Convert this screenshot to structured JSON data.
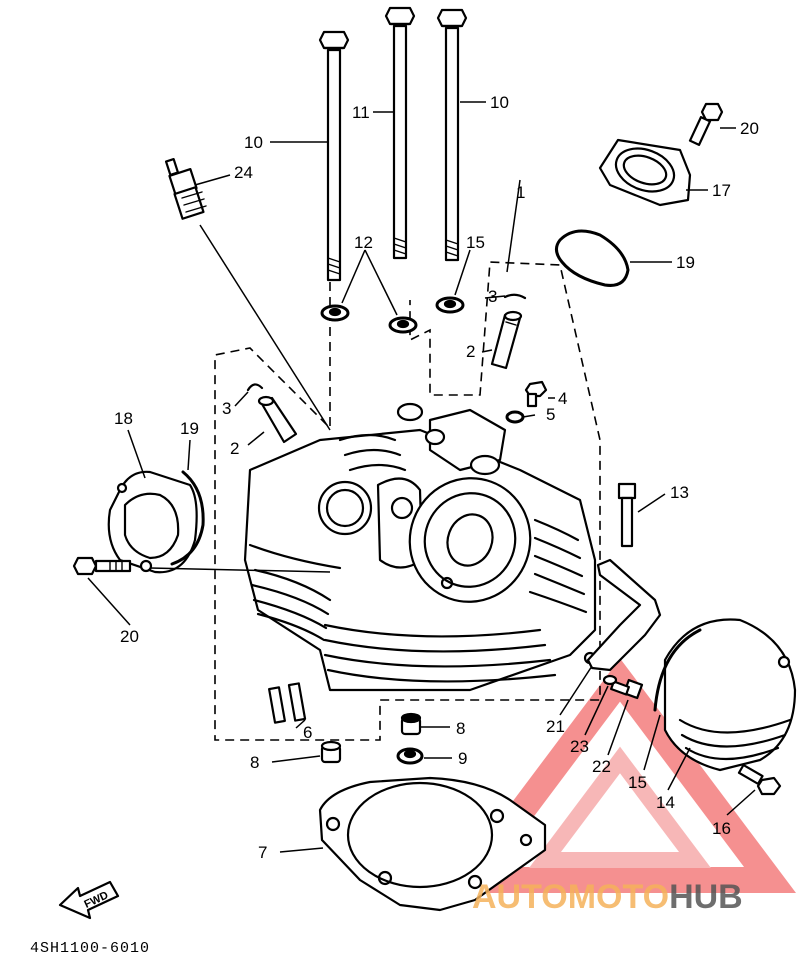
{
  "diagram": {
    "part_code": "4SH1100-6010",
    "fwd_label": "FWD",
    "callouts": [
      {
        "id": "c10a",
        "label": "10"
      },
      {
        "id": "c11",
        "label": "11"
      },
      {
        "id": "c10b",
        "label": "10"
      },
      {
        "id": "c20a",
        "label": "20"
      },
      {
        "id": "c24",
        "label": "24"
      },
      {
        "id": "c17",
        "label": "17"
      },
      {
        "id": "c1",
        "label": "1"
      },
      {
        "id": "c12",
        "label": "12"
      },
      {
        "id": "c15a",
        "label": "15"
      },
      {
        "id": "c19a",
        "label": "19"
      },
      {
        "id": "c3a",
        "label": "3"
      },
      {
        "id": "c2a",
        "label": "2"
      },
      {
        "id": "c4",
        "label": "4"
      },
      {
        "id": "c5",
        "label": "5"
      },
      {
        "id": "c18",
        "label": "18"
      },
      {
        "id": "c19b",
        "label": "19"
      },
      {
        "id": "c3b",
        "label": "3"
      },
      {
        "id": "c2b",
        "label": "2"
      },
      {
        "id": "c13",
        "label": "13"
      },
      {
        "id": "c20b",
        "label": "20"
      },
      {
        "id": "c6",
        "label": "6"
      },
      {
        "id": "c8a",
        "label": "8"
      },
      {
        "id": "c8b",
        "label": "8"
      },
      {
        "id": "c9",
        "label": "9"
      },
      {
        "id": "c21",
        "label": "21"
      },
      {
        "id": "c23",
        "label": "23"
      },
      {
        "id": "c22",
        "label": "22"
      },
      {
        "id": "c15b",
        "label": "15"
      },
      {
        "id": "c14",
        "label": "14"
      },
      {
        "id": "c16",
        "label": "16"
      },
      {
        "id": "c7",
        "label": "7"
      }
    ]
  },
  "watermark": {
    "part1": "AUTOMOTO",
    "part2": "HUB",
    "color_primary": "#f26b6b",
    "color_secondary": "#f5b25a",
    "color_dark": "#555555"
  }
}
